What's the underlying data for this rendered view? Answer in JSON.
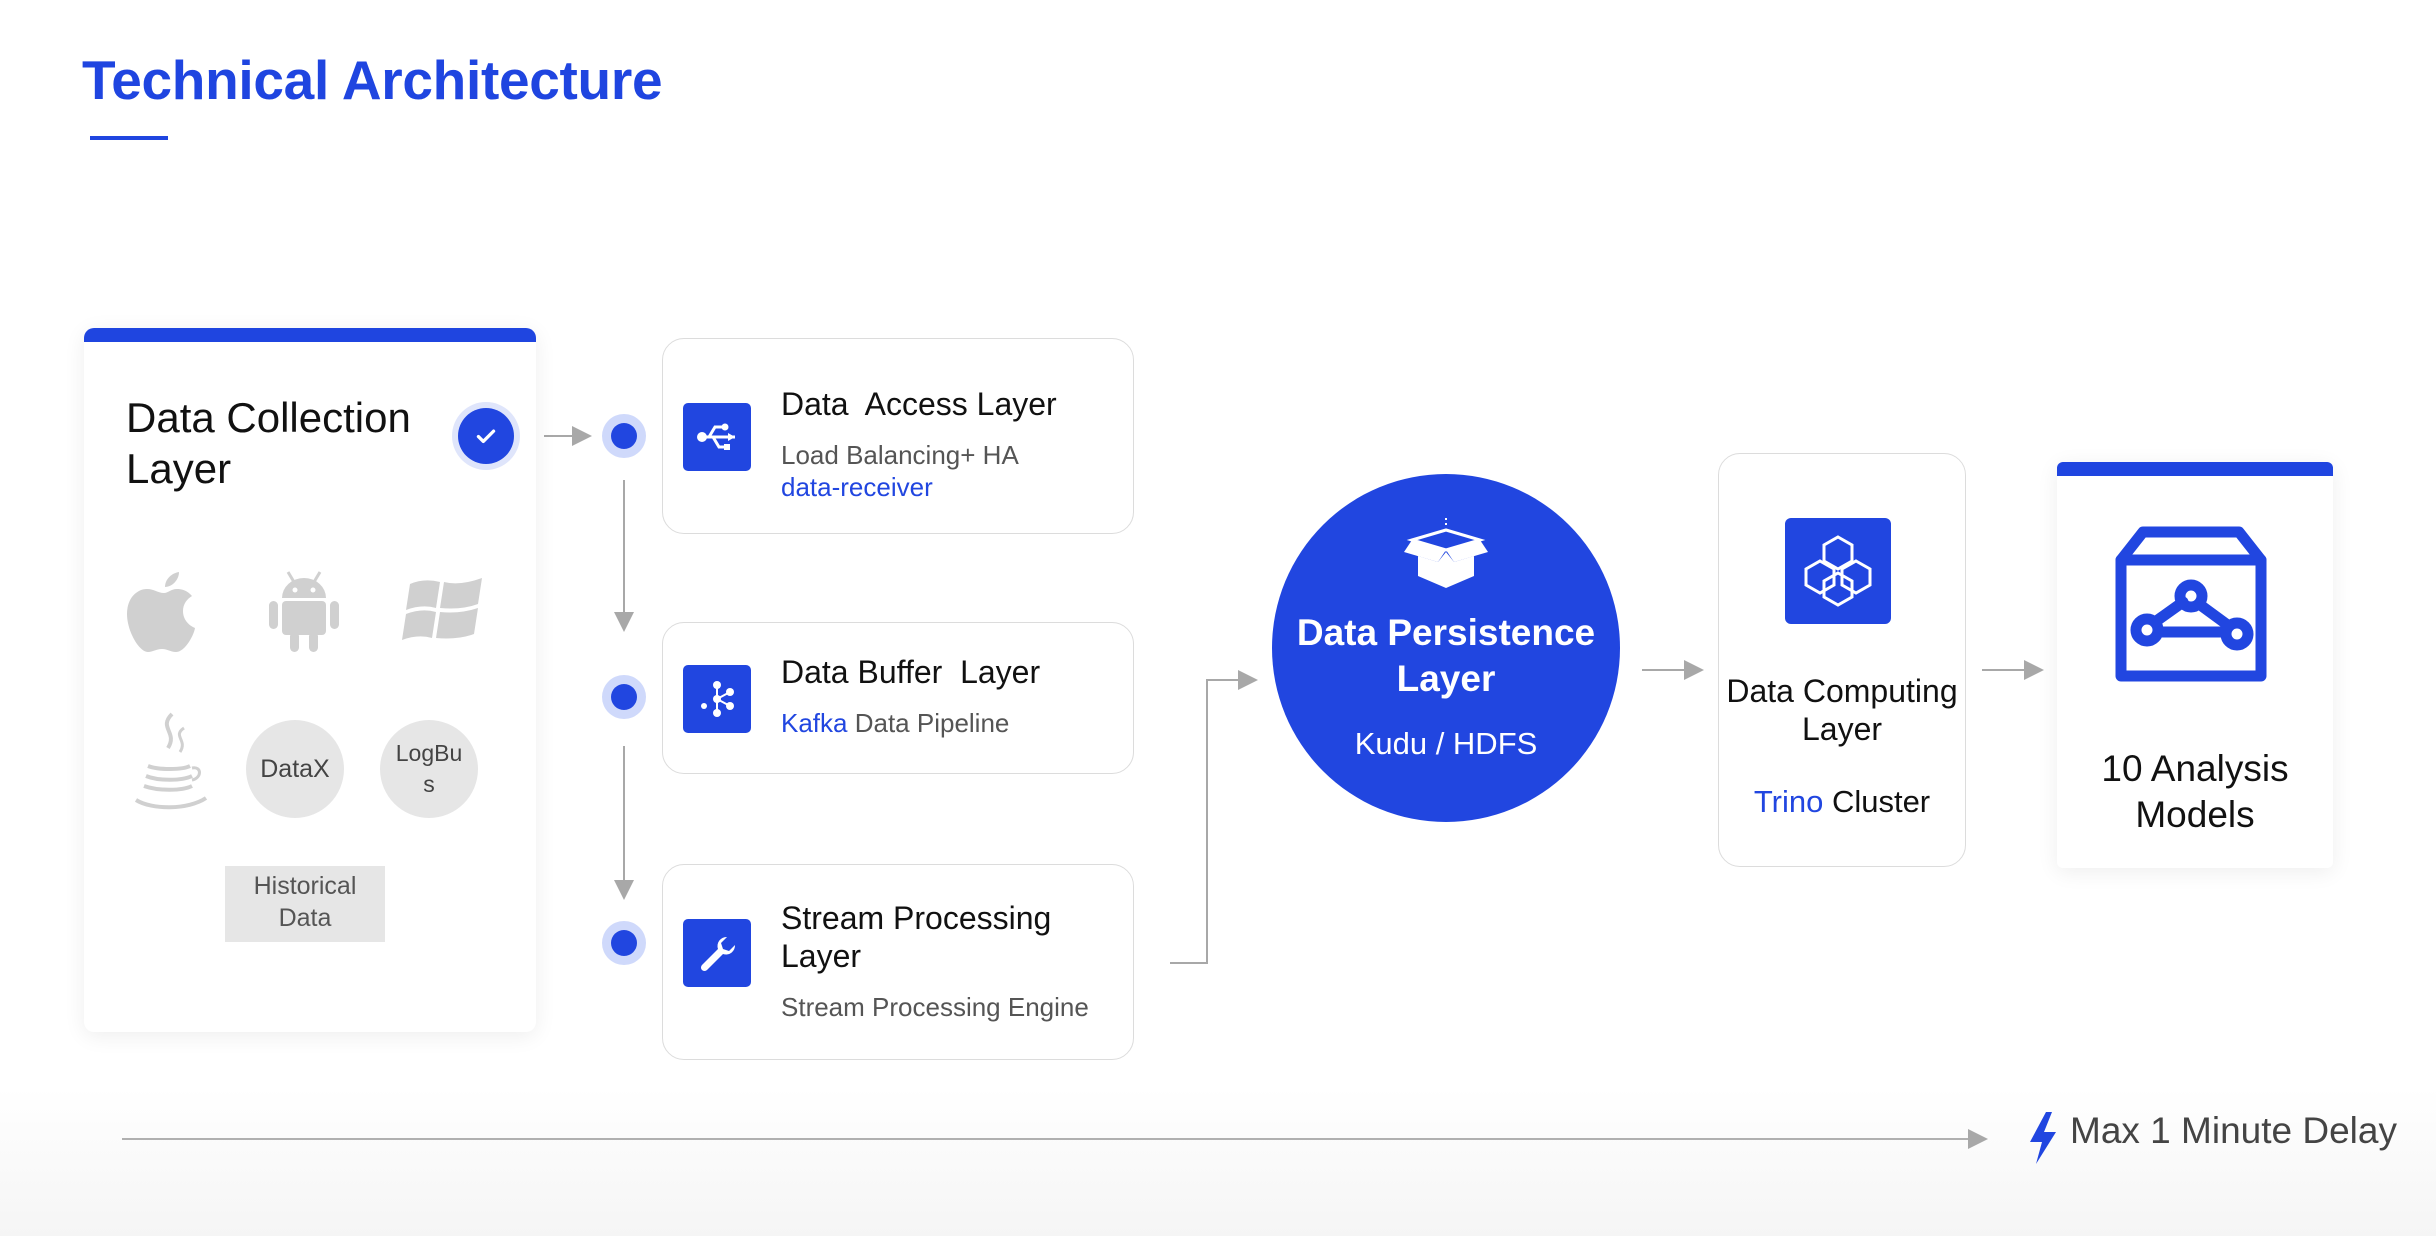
{
  "header": {
    "title": "Technical Architecture"
  },
  "collection": {
    "title": "Data Collection Layer",
    "platform_icons": [
      "apple-icon",
      "android-icon",
      "windows-icon",
      "java-icon"
    ],
    "sources": [
      "DataX",
      "LogBu\ns"
    ],
    "historical": "Historical\nData"
  },
  "access_layer": {
    "title": "Data  Access Layer",
    "line1": "Load Balancing+ HA",
    "line2": "data-receiver",
    "icon": "usb-icon"
  },
  "buffer_layer": {
    "title": "Data Buffer  Layer",
    "highlight": "Kafka",
    "rest": " Data Pipeline",
    "icon": "kafka-icon"
  },
  "stream_layer": {
    "title": "Stream Processing\nLayer",
    "sub": "Stream Processing Engine",
    "icon": "wrench-icon"
  },
  "persistence": {
    "title": "Data Persistence\nLayer",
    "sub": "Kudu / HDFS",
    "icon": "box-icon"
  },
  "computing": {
    "title": "Data Computing\nLayer",
    "highlight": "Trino",
    "rest": " Cluster",
    "icon": "cluster-icon"
  },
  "models": {
    "title": "10 Analysis\nModels",
    "icon": "analytics-icon"
  },
  "footer": {
    "delay": "Max 1 Minute Delay",
    "icon": "lightning-icon"
  },
  "colors": {
    "accent": "#1f45e0",
    "line": "#a8a8a8",
    "chip": "#e6e6e6"
  }
}
